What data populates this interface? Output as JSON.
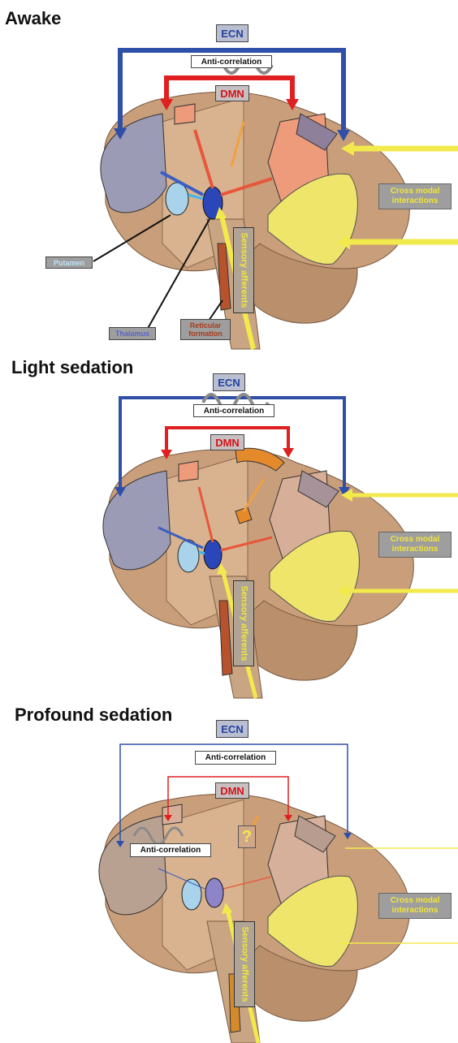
{
  "panels": [
    {
      "title": "Awake",
      "ecn": "ECN",
      "anti": "Anti-correlation",
      "dmn": "DMN",
      "cross": [
        "Cross modal",
        "interactions"
      ],
      "sensory": "Sensory afferents",
      "putamen": "Putamen",
      "thalamus": "Thalamus",
      "reticular": [
        "Reticular",
        "formation"
      ]
    },
    {
      "title": "Light sedation",
      "ecn": "ECN",
      "anti": "Anti-correlation",
      "dmn": "DMN",
      "cross": [
        "Cross modal",
        "interactions"
      ],
      "sensory": "Sensory afferents"
    },
    {
      "title": "Profound sedation",
      "ecn": "ECN",
      "anti": "Anti-correlation",
      "dmn": "DMN",
      "anti2": "Anti-correlation",
      "question": "?",
      "cross": [
        "Cross modal",
        "interactions"
      ],
      "sensory": "Sensory afferents"
    }
  ],
  "colors": {
    "ecn_blue": "#2f4fa8",
    "dmn_red": "#e02020",
    "sensory_yellow": "#f2ea4c",
    "thalamus": "#2a46b8",
    "putamen": "#a9d3ea",
    "reticular": "#b8522c"
  }
}
